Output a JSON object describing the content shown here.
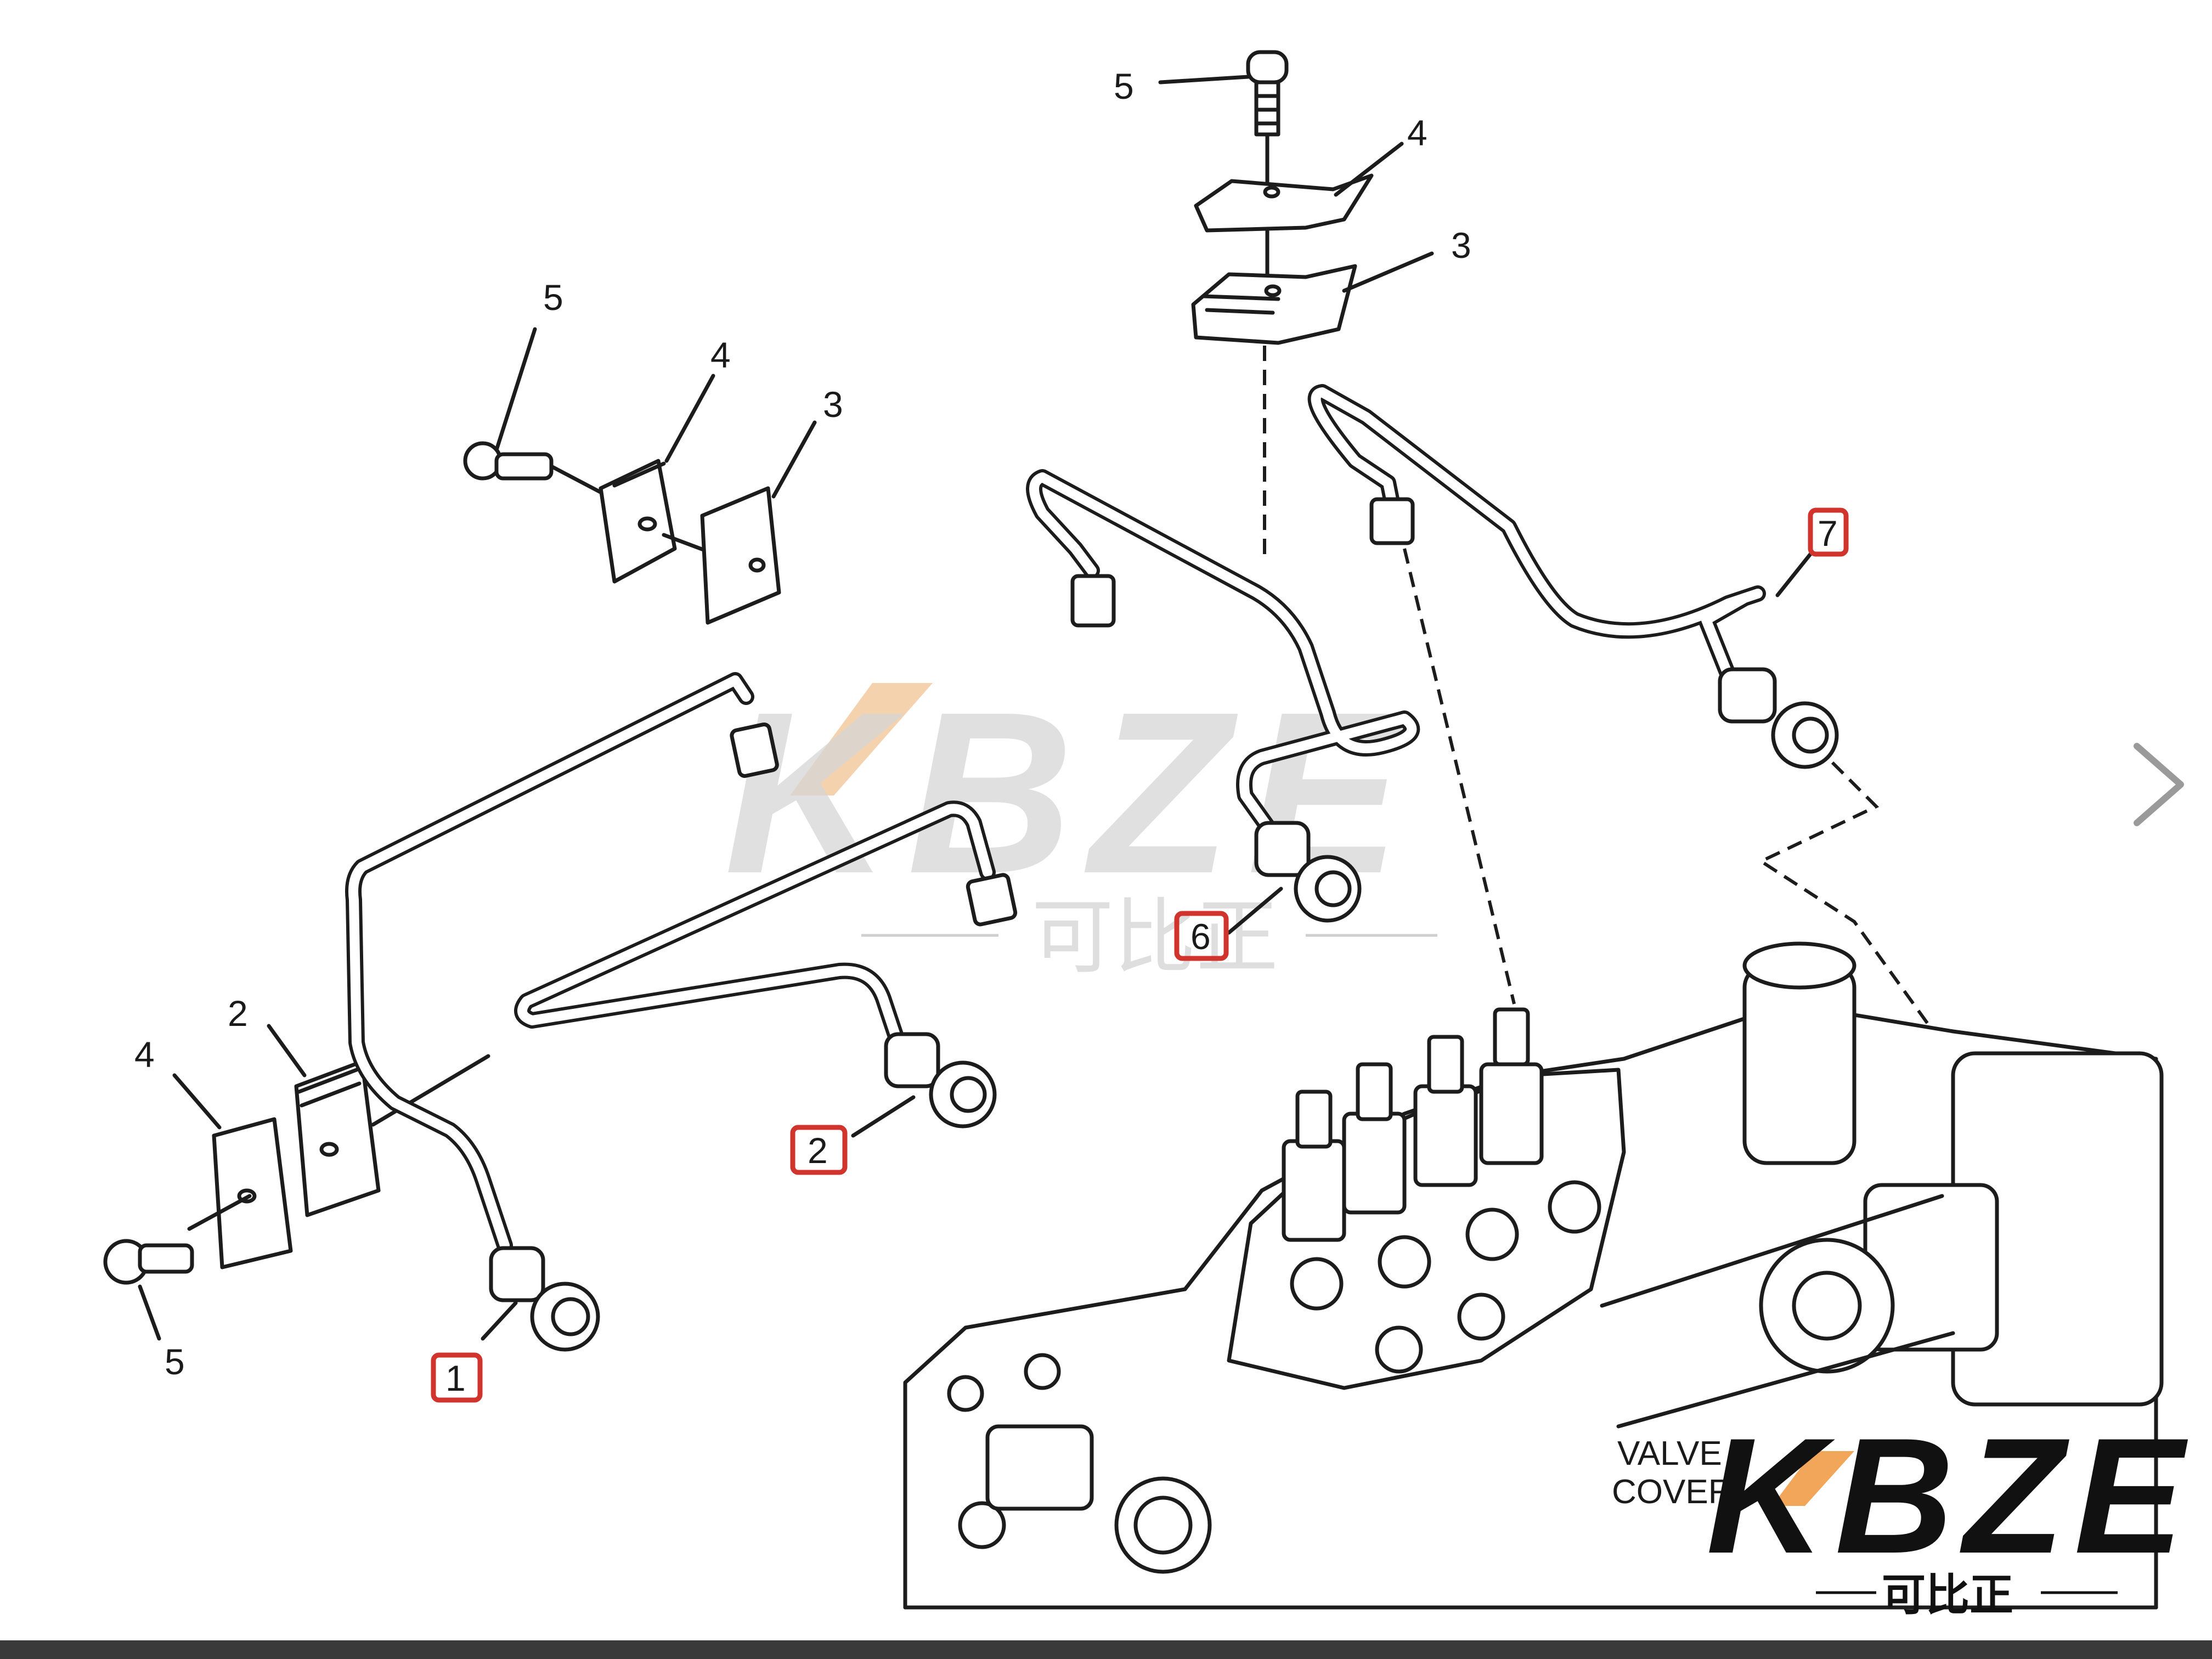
{
  "callouts": {
    "top_5": "5",
    "top_4": "4",
    "top_3": "3",
    "left_5": "5",
    "left_4": "4",
    "left_3": "3",
    "low_2": "2",
    "low_4": "4",
    "low_5": "5",
    "part_1": "1",
    "part_2": "2",
    "part_6": "6",
    "part_7": "7"
  },
  "engine_label": {
    "line1": "VALVE",
    "line2": "COVER"
  },
  "watermark": {
    "brand": "KBZE",
    "chinese": "可比正"
  },
  "logo": {
    "brand": "KBZE",
    "chinese": "可比正"
  },
  "colors": {
    "highlight": "#d0342c",
    "accent": "#f2a65a",
    "ink": "#1c1c1c"
  },
  "nav": {
    "next_icon": "chevron-right-icon"
  }
}
